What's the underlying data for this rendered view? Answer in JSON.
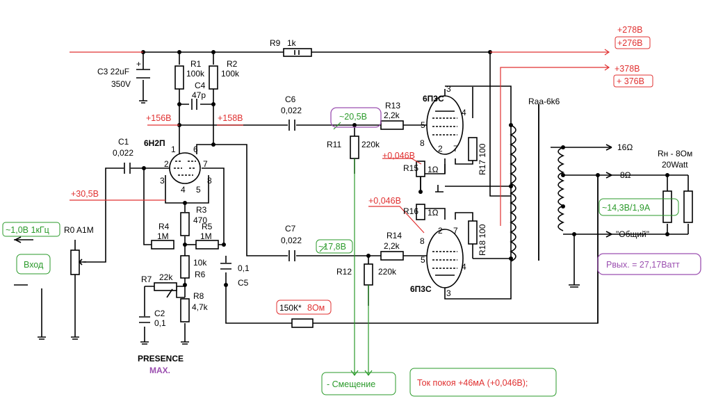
{
  "supply": {
    "b1_calc": "+278В",
    "b1_meas": "+276В",
    "b2_calc": "+378В",
    "b2_meas": "+ 376В"
  },
  "r9": {
    "name": "R9",
    "value": "1k"
  },
  "c3": {
    "name": "C3 22uF",
    "voltage": "350V"
  },
  "r1": {
    "name": "R1",
    "value": "100k"
  },
  "r2": {
    "name": "R2",
    "value": "100k"
  },
  "c4": {
    "name": "C4",
    "value": "47p"
  },
  "v156": "+156В",
  "v158": "+158В",
  "c6": {
    "name": "C6",
    "value": "0,022"
  },
  "c7": {
    "name": "C7",
    "value": "0,022"
  },
  "c1": {
    "name": "C1",
    "value": "0,022"
  },
  "tube1": "6Н2П",
  "v30": "+30,5В",
  "r3": {
    "name": "R3",
    "value": "470"
  },
  "r4": {
    "name": "R4",
    "value": "1M"
  },
  "r5": {
    "name": "R5",
    "value": "1M"
  },
  "r6": {
    "name": "R6",
    "value": "10k"
  },
  "c5": {
    "name": "C5",
    "value": "0,1"
  },
  "r7": {
    "name": "R7",
    "value": "22k"
  },
  "c2": {
    "name": "C2",
    "value": "0,1"
  },
  "r8": {
    "name": "R8",
    "value": "4,7k"
  },
  "presence": "PRESENCE",
  "presence_max": "MAX.",
  "input": {
    "level": "~1,0В 1кГц",
    "label": "Вход",
    "r0": "R0 A1M"
  },
  "grid_top": "~20,5В",
  "grid_bot": "~17,8В",
  "r11": {
    "name": "R11",
    "value": "220k"
  },
  "r12": {
    "name": "R12",
    "value": "220k"
  },
  "r13": {
    "name": "R13",
    "value": "2,2k"
  },
  "r14": {
    "name": "R14",
    "value": "2,2k"
  },
  "r15": {
    "name": "R15",
    "value": "1Ω"
  },
  "r16": {
    "name": "R16",
    "value": "1Ω"
  },
  "r17": {
    "name": "R17 100"
  },
  "r18": {
    "name": "R18 100"
  },
  "v_cath_top": "+0,046В",
  "v_cath_bot": "+0,046В",
  "tube_out": "6П3С",
  "pins": {
    "p1": "1",
    "p2": "2",
    "p3": "3",
    "p4": "4",
    "p5": "5",
    "p6": "6",
    "p7": "7",
    "p8": "8"
  },
  "transformer": "Raa-6k6",
  "taps": {
    "t16": "16Ω",
    "t8": "8Ω",
    "common": "\"Общий\""
  },
  "load": {
    "name": "Rн - 8Ом",
    "power": "20Watt"
  },
  "out_meas": "~14,3В/1,9А",
  "pout": "Рвых. = 27,17Ватт",
  "fb": {
    "value": "150К*",
    "ohm": "8Ом"
  },
  "bias": "- Смещение",
  "idle": "Ток покоя +46мА (+0,046В);"
}
